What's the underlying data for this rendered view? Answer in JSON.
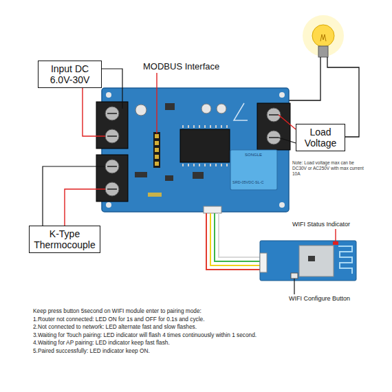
{
  "diagram": {
    "nodes": [
      {
        "text": [
          "Input DC 6.0V-30V"
        ]
      },
      {
        "text": [
          "Load Voltage"
        ]
      },
      {
        "text": [
          "K-Type Thermocouple"
        ]
      }
    ],
    "labels": [
      "MODBUS Interface",
      "SONGLE",
      "SRD-05VDC-SL-C",
      "Note: Load voltage max can be DC30V or AC250V with max current 10A",
      "WIFI Status Indicator",
      "WIFI Configure Button",
      "Keep press button 5second on WIFI module enter to pairing mode:",
      "1.Router not connected: LED ON for 1s and OFF for 0.1s and cycle.",
      "2.Not connected to network: LED alternate fast and slow flashes.",
      "3.Waiting for Touch pairing: LED indicator will flash 4 times continuously within 1 second.",
      "4.Waiting for AP pairing: LED indicator keep fast flash.",
      "5.Paired successfully: LED indicator keep ON."
    ]
  }
}
